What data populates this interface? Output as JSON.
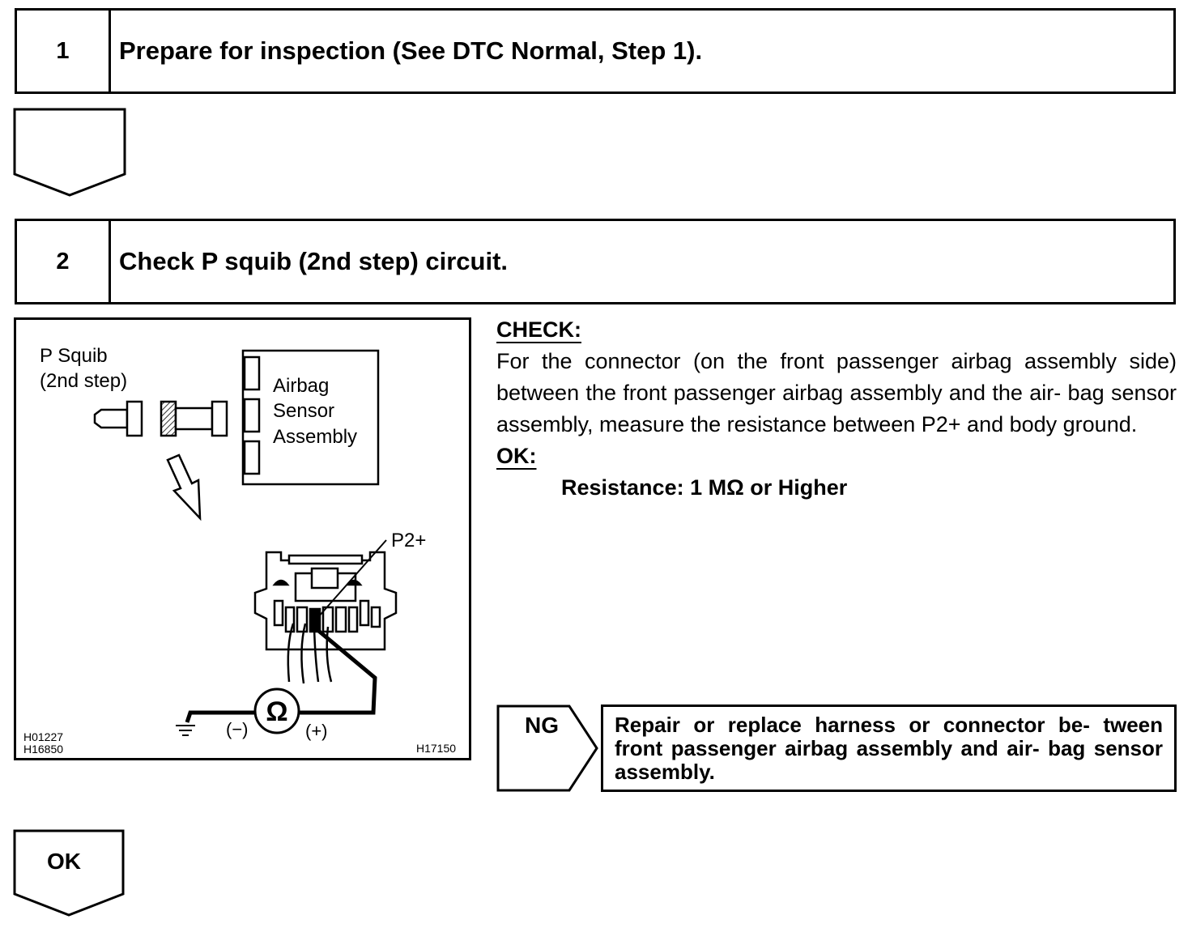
{
  "steps": [
    {
      "number": "1",
      "title": "Prepare for inspection (See DTC Normal, Step 1)."
    },
    {
      "number": "2",
      "title": "Check P squib (2nd step) circuit."
    }
  ],
  "diagram": {
    "squib_label_1": "P Squib",
    "squib_label_2": "(2nd step)",
    "sensor_label_1": "Airbag",
    "sensor_label_2": "Sensor",
    "sensor_label_3": "Assembly",
    "terminal_label": "P2+",
    "ohm_symbol": "Ω",
    "minus_label": "(−)",
    "plus_label": "(+)",
    "code_left_1": "H01227",
    "code_left_2": "H16850",
    "code_right": "H17150"
  },
  "check": {
    "check_label": "CHECK:",
    "check_text": "For the connector (on the front passenger airbag assembly side) between the front passenger airbag assembly and the air- bag sensor assembly, measure the resistance between P2+ and body ground.",
    "ok_label": "OK:",
    "spec": "Resistance: 1 MΩ or Higher"
  },
  "ng": {
    "label": "NG",
    "action": "Repair or replace harness or connector be- tween front passenger airbag assembly and air- bag sensor assembly."
  },
  "ok_arrow": {
    "label": "OK"
  }
}
